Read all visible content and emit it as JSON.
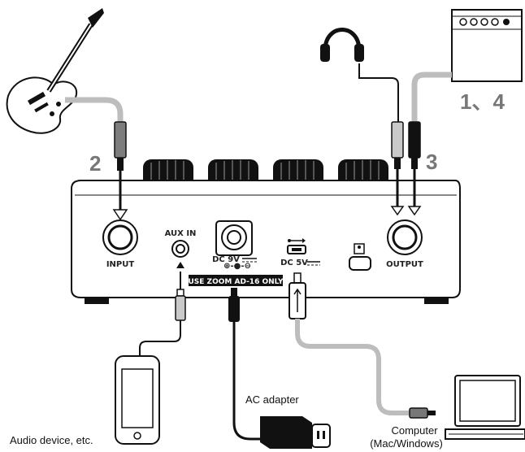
{
  "steps": {
    "input_step": "2",
    "output_step": "3",
    "amp_step": "1、4"
  },
  "panel": {
    "input": "INPUT",
    "aux_in": "AUX IN",
    "dc9v": "DC 9V",
    "dc5v": "DC 5V",
    "output": "OUTPUT",
    "warning": "USE ZOOM AD-16 ONLY"
  },
  "devices": {
    "audio_device": "Audio device, etc.",
    "ac_adapter": "AC adapter",
    "computer_line1": "Computer",
    "computer_line2": "(Mac/Windows)"
  },
  "colors": {
    "gray_cable": "#bdbdbd",
    "dark": "#111111",
    "step_gray": "#7a7a7a"
  }
}
